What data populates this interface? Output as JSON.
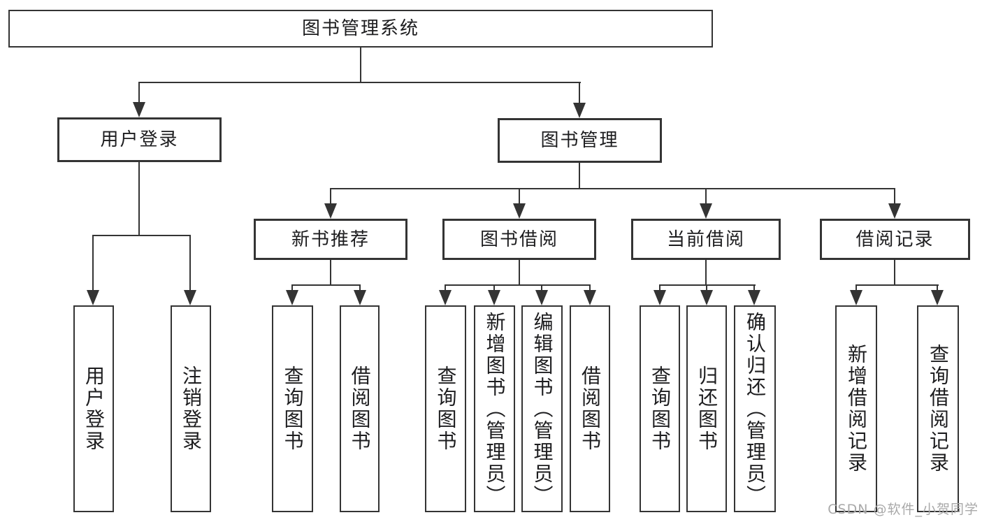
{
  "colors": {
    "background": "#ffffff",
    "line": "#343434",
    "text": "#1d1d1f",
    "watermark": "#a9a9a9"
  },
  "diagram": {
    "root": "图书管理系统",
    "level2": {
      "login": "用户登录",
      "management": "图书管理"
    },
    "level3": {
      "recommend": "新书推荐",
      "borrow": "图书借阅",
      "current": "当前借阅",
      "records": "借阅记录"
    },
    "leaves": {
      "login": [
        "用户登录",
        "注销登录"
      ],
      "recommend": [
        "查询图书",
        "借阅图书"
      ],
      "borrow": [
        "查询图书",
        "新增图书（管理员）",
        "编辑图书（管理员）",
        "借阅图书"
      ],
      "current": [
        "查询图书",
        "归还图书",
        "确认归还（管理员）"
      ],
      "records": [
        "新增借阅记录",
        "查询借阅记录"
      ]
    }
  },
  "watermark": "CSDN @软件_小贺同学"
}
